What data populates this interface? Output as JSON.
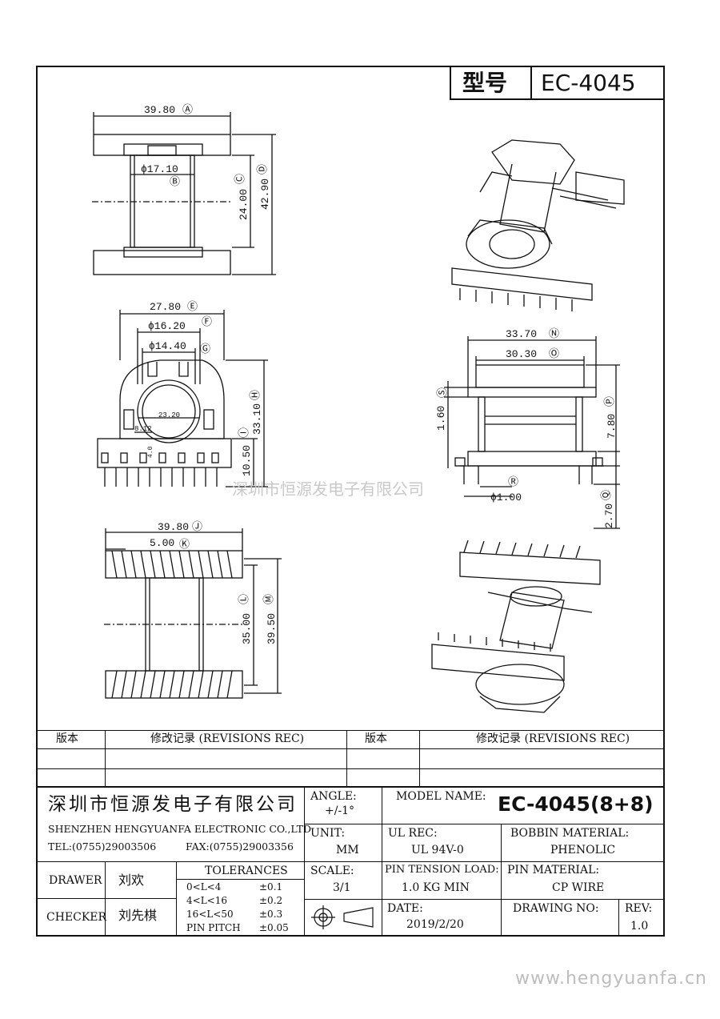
{
  "header": {
    "model_label": "型号",
    "model_value": "EC-4045"
  },
  "watermark": {
    "cn": "深圳市恒源发电子有限公司",
    "url": "www.hengyuanfa.cn"
  },
  "dimensions": {
    "A": "39.80",
    "A_tag": "Ⓐ",
    "B": "ϕ17.10",
    "B_tag": "Ⓑ",
    "C": "24.00",
    "C_tag": "Ⓒ",
    "D": "42.90",
    "D_tag": "Ⓓ",
    "E": "27.80",
    "E_tag": "Ⓔ",
    "F": "ϕ16.20",
    "F_tag": "Ⓕ",
    "G": "ϕ14.40",
    "G_tag": "Ⓖ",
    "H": "33.10",
    "H_tag": "Ⓗ",
    "I": "10.50",
    "I_tag": "Ⓘ",
    "inner_1": "23.20",
    "inner_2": "8.12",
    "inner_3": "4.0",
    "J": "39.80",
    "J_tag": "Ⓙ",
    "K": "5.00",
    "K_tag": "Ⓚ",
    "L": "35.00",
    "L_tag": "Ⓛ",
    "M": "39.50",
    "M_tag": "Ⓜ",
    "N": "33.70",
    "N_tag": "Ⓝ",
    "O": "30.30",
    "O_tag": "Ⓞ",
    "P": "7.80",
    "P_tag": "Ⓟ",
    "Q": "2.70",
    "Q_tag": "Ⓠ",
    "R": "ϕ1.00",
    "R_tag": "Ⓡ",
    "S": "1.60",
    "S_tag": "Ⓢ"
  },
  "revisions": {
    "col1": "版本",
    "col2": "修改记录 (REVISIONS REC)",
    "col3": "版本",
    "col4": "修改记录 (REVISIONS REC)"
  },
  "title_block": {
    "company_cn": "深圳市恒源发电子有限公司",
    "company_en": "SHENZHEN HENGYUANFA ELECTRONIC CO.,LTD",
    "tel": "TEL:(0755)29003506",
    "fax": "FAX:(0755)29003356",
    "angle_label": "ANGLE:",
    "angle_value": "+/-1°",
    "model_name_label": "MODEL NAME:",
    "model_name_value": "EC-4045(8+8)",
    "unit_label": "UNIT:",
    "unit_value": "MM",
    "ul_label": "UL REC:",
    "ul_value": "UL 94V-0",
    "bobbin_label": "BOBBIN MATERIAL:",
    "bobbin_value": "PHENOLIC",
    "drawer_label": "DRAWER",
    "drawer_value": "刘欢",
    "checker_label": "CHECKER",
    "checker_value": "刘先棋",
    "tol_title": "TOLERANCES",
    "tolerances": [
      {
        "range": "0<L<4",
        "value": "±0.1"
      },
      {
        "range": "4<L<16",
        "value": "±0.2"
      },
      {
        "range": "16<L<50",
        "value": "±0.3"
      },
      {
        "range": "PIN PITCH",
        "value": "±0.05"
      }
    ],
    "scale_label": "SCALE:",
    "scale_value": "3/1",
    "tension_label": "PIN TENSION LOAD:",
    "tension_value": "1.0 KG MIN",
    "pin_material_label": "PIN MATERIAL:",
    "pin_material_value": "CP WIRE",
    "date_label": "DATE:",
    "date_value": "2019/2/20",
    "drawing_no_label": "DRAWING NO:",
    "rev_label": "REV:",
    "rev_value": "1.0"
  }
}
